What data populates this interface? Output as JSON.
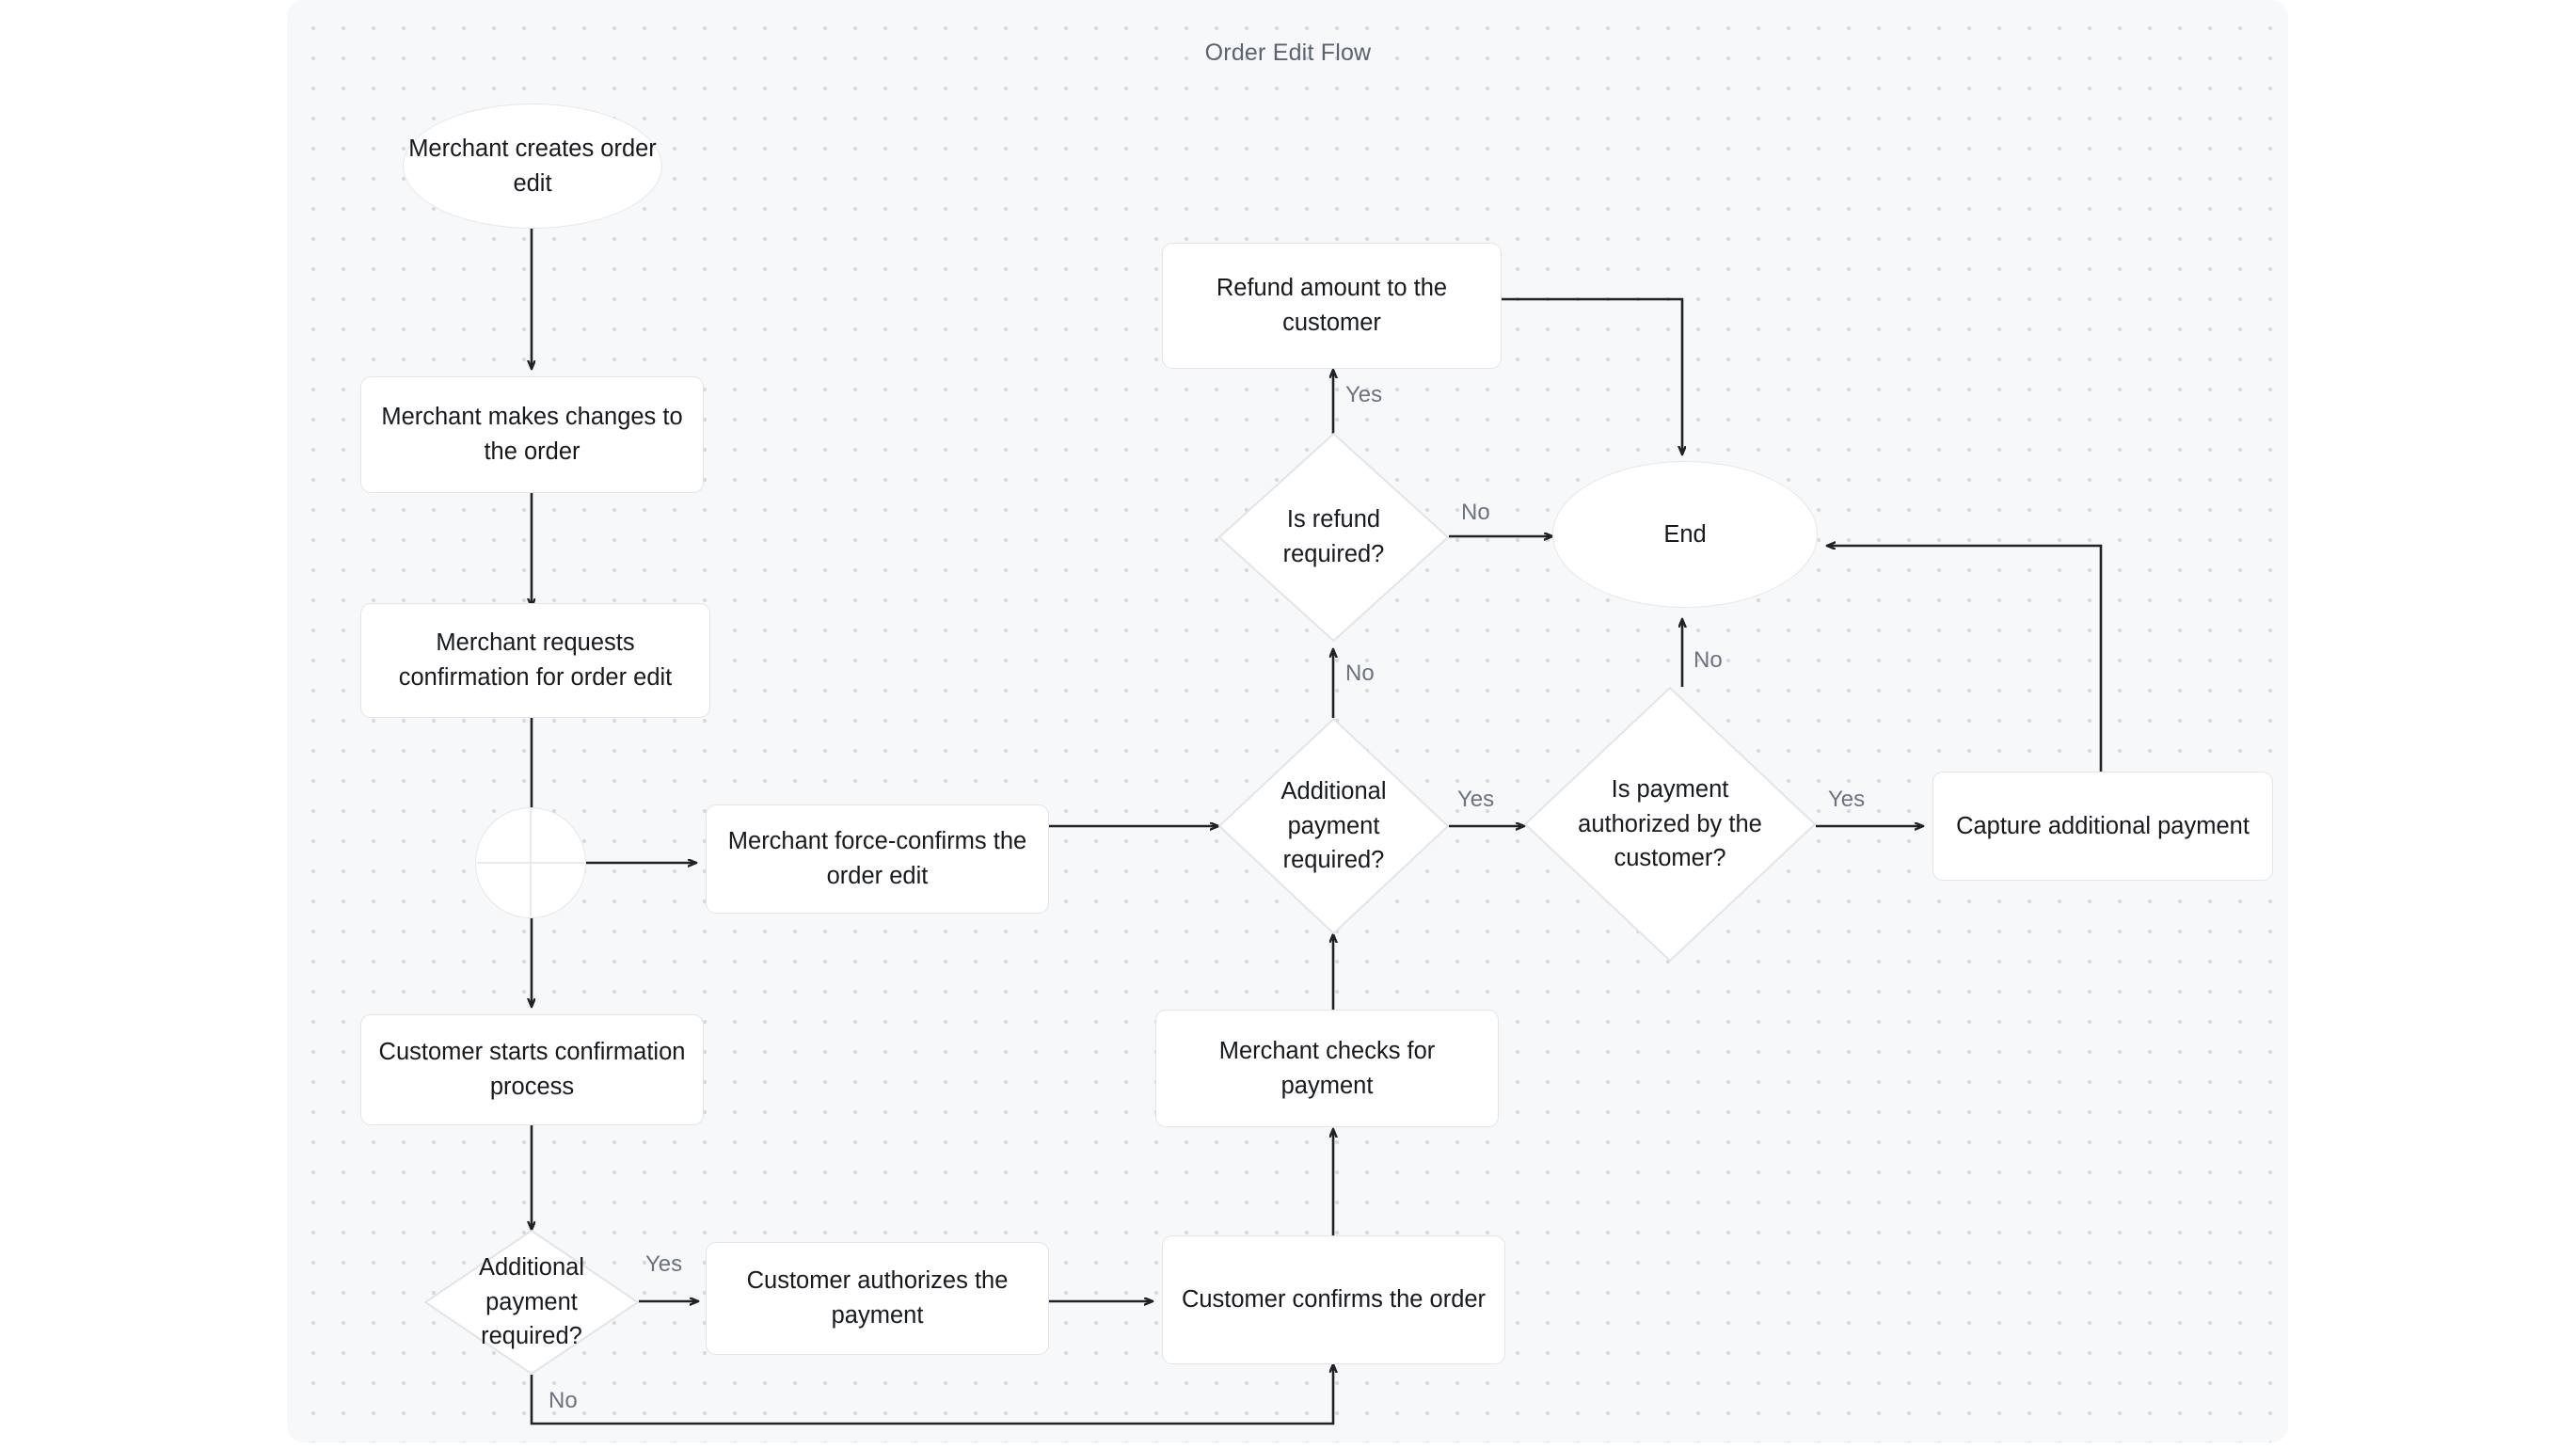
{
  "diagram": {
    "title": "Order Edit Flow",
    "type": "flowchart",
    "colors": {
      "canvas_background": "#f7f8fa",
      "page_background": "#ffffff",
      "dot_grid": "#d6d9dd",
      "node_fill": "#ffffff",
      "node_border": "#e2e4e8",
      "node_text": "#16191d",
      "edge_stroke": "#1f2328",
      "edge_label_text": "#6b7280",
      "title_text": "#5c636e"
    },
    "nodes": [
      {
        "id": "start",
        "shape": "ellipse",
        "label": "Merchant creates order edit"
      },
      {
        "id": "make-changes",
        "shape": "rect",
        "label": "Merchant makes changes to the order"
      },
      {
        "id": "request-confirm",
        "shape": "rect",
        "label": "Merchant requests confirmation for order edit"
      },
      {
        "id": "fork",
        "shape": "junction",
        "label": ""
      },
      {
        "id": "force-confirm",
        "shape": "rect",
        "label": "Merchant force-confirms the order edit"
      },
      {
        "id": "customer-starts",
        "shape": "rect",
        "label": "Customer starts confirmation process"
      },
      {
        "id": "additional-pay-1",
        "shape": "diamond",
        "label": "Additional payment required?"
      },
      {
        "id": "customer-auth",
        "shape": "rect",
        "label": "Customer authorizes the payment"
      },
      {
        "id": "customer-confirm",
        "shape": "rect",
        "label": "Customer confirms the order"
      },
      {
        "id": "merchant-checks",
        "shape": "rect",
        "label": "Merchant checks for payment"
      },
      {
        "id": "additional-pay-2",
        "shape": "diamond",
        "label": "Additional payment required?"
      },
      {
        "id": "is-refund",
        "shape": "diamond",
        "label": "Is refund required?"
      },
      {
        "id": "refund-amount",
        "shape": "rect",
        "label": "Refund amount to the customer"
      },
      {
        "id": "is-authorized",
        "shape": "diamond",
        "label": "Is payment authorized by the customer?"
      },
      {
        "id": "capture-payment",
        "shape": "rect",
        "label": "Capture additional payment"
      },
      {
        "id": "end",
        "shape": "ellipse",
        "label": "End"
      }
    ],
    "edges": [
      {
        "from": "start",
        "to": "make-changes",
        "label": ""
      },
      {
        "from": "make-changes",
        "to": "request-confirm",
        "label": ""
      },
      {
        "from": "request-confirm",
        "to": "fork",
        "label": ""
      },
      {
        "from": "fork",
        "to": "force-confirm",
        "label": ""
      },
      {
        "from": "fork",
        "to": "customer-starts",
        "label": ""
      },
      {
        "from": "customer-starts",
        "to": "additional-pay-1",
        "label": ""
      },
      {
        "from": "additional-pay-1",
        "to": "customer-auth",
        "label": "Yes"
      },
      {
        "from": "additional-pay-1",
        "to": "customer-confirm",
        "label": "No"
      },
      {
        "from": "customer-auth",
        "to": "customer-confirm",
        "label": ""
      },
      {
        "from": "customer-confirm",
        "to": "merchant-checks",
        "label": ""
      },
      {
        "from": "merchant-checks",
        "to": "additional-pay-2",
        "label": ""
      },
      {
        "from": "force-confirm",
        "to": "additional-pay-2",
        "label": ""
      },
      {
        "from": "additional-pay-2",
        "to": "is-refund",
        "label": "No"
      },
      {
        "from": "additional-pay-2",
        "to": "is-authorized",
        "label": "Yes"
      },
      {
        "from": "is-refund",
        "to": "refund-amount",
        "label": "Yes"
      },
      {
        "from": "is-refund",
        "to": "end",
        "label": "No"
      },
      {
        "from": "refund-amount",
        "to": "end",
        "label": ""
      },
      {
        "from": "is-authorized",
        "to": "end",
        "label": "No"
      },
      {
        "from": "is-authorized",
        "to": "capture-payment",
        "label": "Yes"
      },
      {
        "from": "capture-payment",
        "to": "end",
        "label": ""
      }
    ],
    "edge_labels": {
      "pay1_yes": "Yes",
      "pay1_no": "No",
      "pay2_no": "No",
      "pay2_yes": "Yes",
      "refund_yes": "Yes",
      "refund_no": "No",
      "auth_no": "No",
      "auth_yes": "Yes"
    },
    "node_labels": {
      "start": "Merchant creates order edit",
      "make_changes": "Merchant makes changes to the order",
      "request_confirm": "Merchant requests confirmation for order edit",
      "force_confirm": "Merchant force-confirms the order edit",
      "customer_starts": "Customer starts confirmation process",
      "additional_pay_1": "Additional payment required?",
      "customer_auth": "Customer authorizes the payment",
      "customer_confirm": "Customer confirms the order",
      "merchant_checks": "Merchant checks for payment",
      "additional_pay_2": "Additional payment required?",
      "is_refund": "Is refund required?",
      "refund_amount": "Refund amount to the customer",
      "is_authorized": "Is payment authorized by the customer?",
      "capture_payment": "Capture additional payment",
      "end": "End"
    }
  }
}
